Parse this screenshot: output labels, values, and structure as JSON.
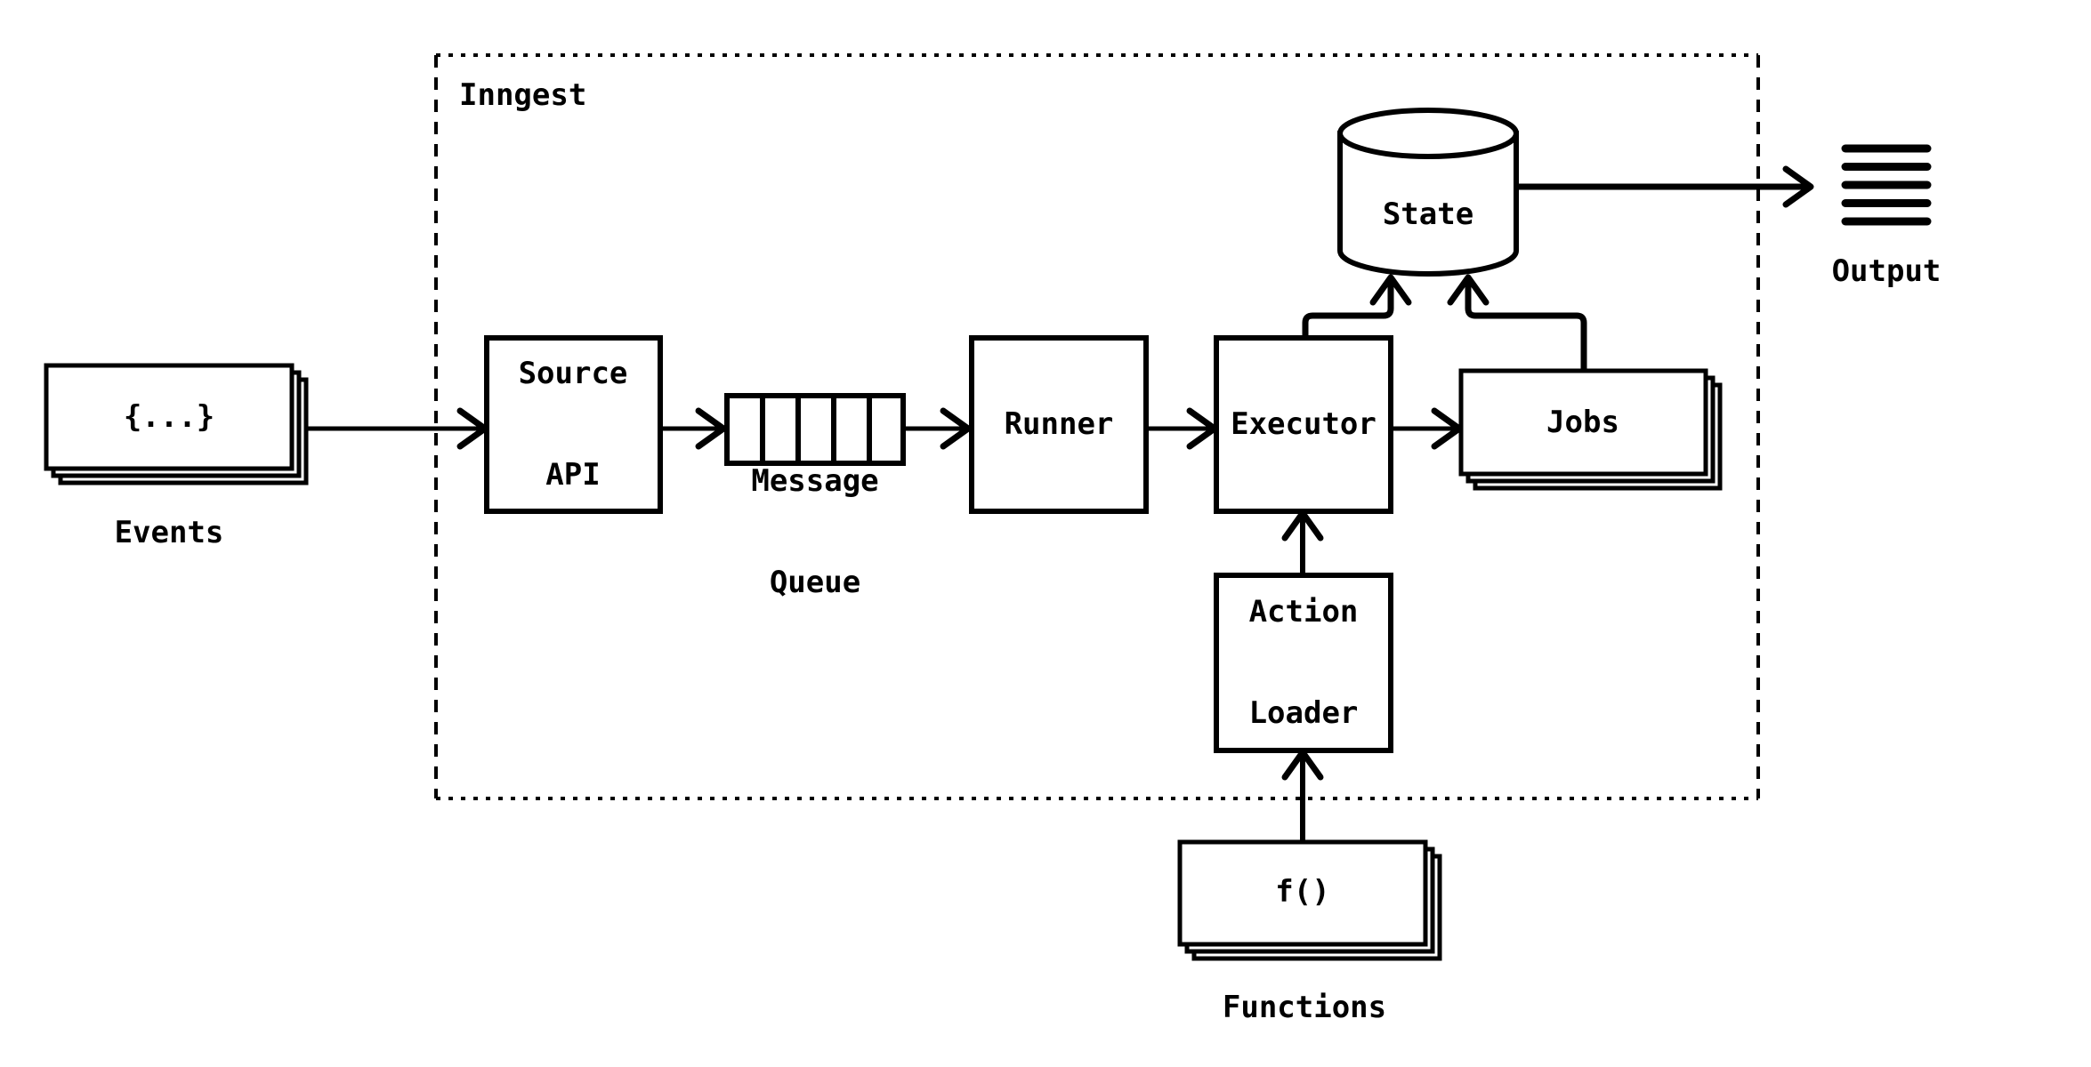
{
  "diagram": {
    "background_color": "#ffffff",
    "stroke_color": "#000000",
    "boundary": {
      "label": "Inngest"
    },
    "nodes": {
      "events": {
        "content": "{...}",
        "label": "Events"
      },
      "source_api": {
        "line1": "Source",
        "line2": "API"
      },
      "message_queue": {
        "line1": "Message",
        "line2": "Queue",
        "cells": 5
      },
      "runner": {
        "label": "Runner"
      },
      "executor": {
        "label": "Executor"
      },
      "jobs": {
        "label": "Jobs"
      },
      "state": {
        "label": "State"
      },
      "action_loader": {
        "line1": "Action",
        "line2": "Loader"
      },
      "functions": {
        "content": "f()",
        "label": "Functions"
      },
      "output": {
        "label": "Output",
        "lines_in_icon": 5
      }
    },
    "edges": [
      "events -> source_api",
      "source_api -> message_queue",
      "message_queue -> runner",
      "runner -> executor",
      "executor -> jobs",
      "executor -> state",
      "jobs -> state",
      "state -> output",
      "action_loader -> executor",
      "functions -> action_loader"
    ]
  }
}
